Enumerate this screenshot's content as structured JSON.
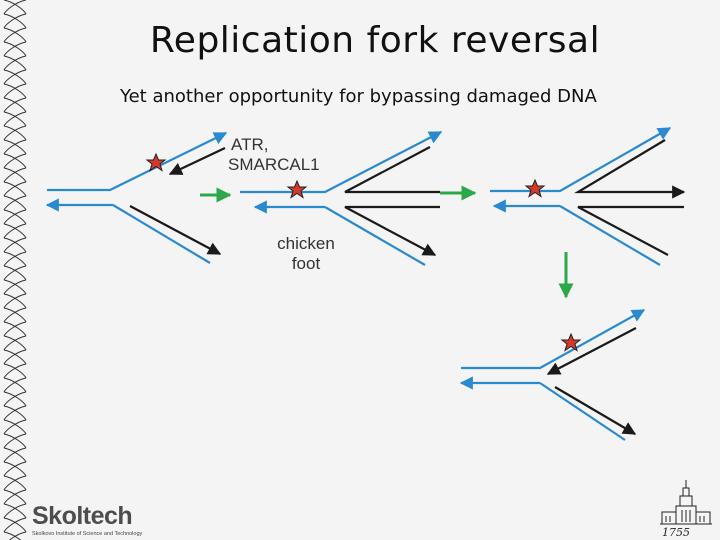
{
  "slide": {
    "title": "Replication fork reversal",
    "subtitle": "Yet another opportunity for bypassing damaged DNA"
  },
  "diagram": {
    "labels": {
      "enzymes_line1": "ATR,",
      "enzymes_line2": "SMARCAL1",
      "structure_line1": "chicken",
      "structure_line2": "foot"
    },
    "colors": {
      "strand_blue": "#2a8ad0",
      "strand_black": "#1a1a1a",
      "step_arrow_green": "#2aa84a",
      "damage_star": "#d43a2a"
    }
  },
  "branding": {
    "logo_text": "Skoltech",
    "logo_subtext": "Skolkovo Institute of Science and Technology",
    "year": "1755"
  }
}
